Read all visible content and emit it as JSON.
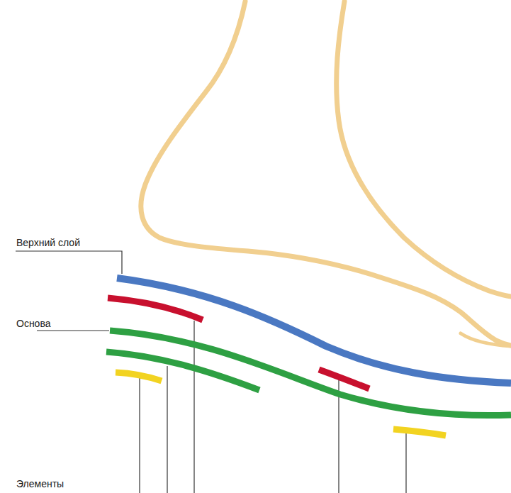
{
  "diagram": {
    "labels": [
      "Верхний слой",
      "Основа",
      "Элементы"
    ]
  }
}
